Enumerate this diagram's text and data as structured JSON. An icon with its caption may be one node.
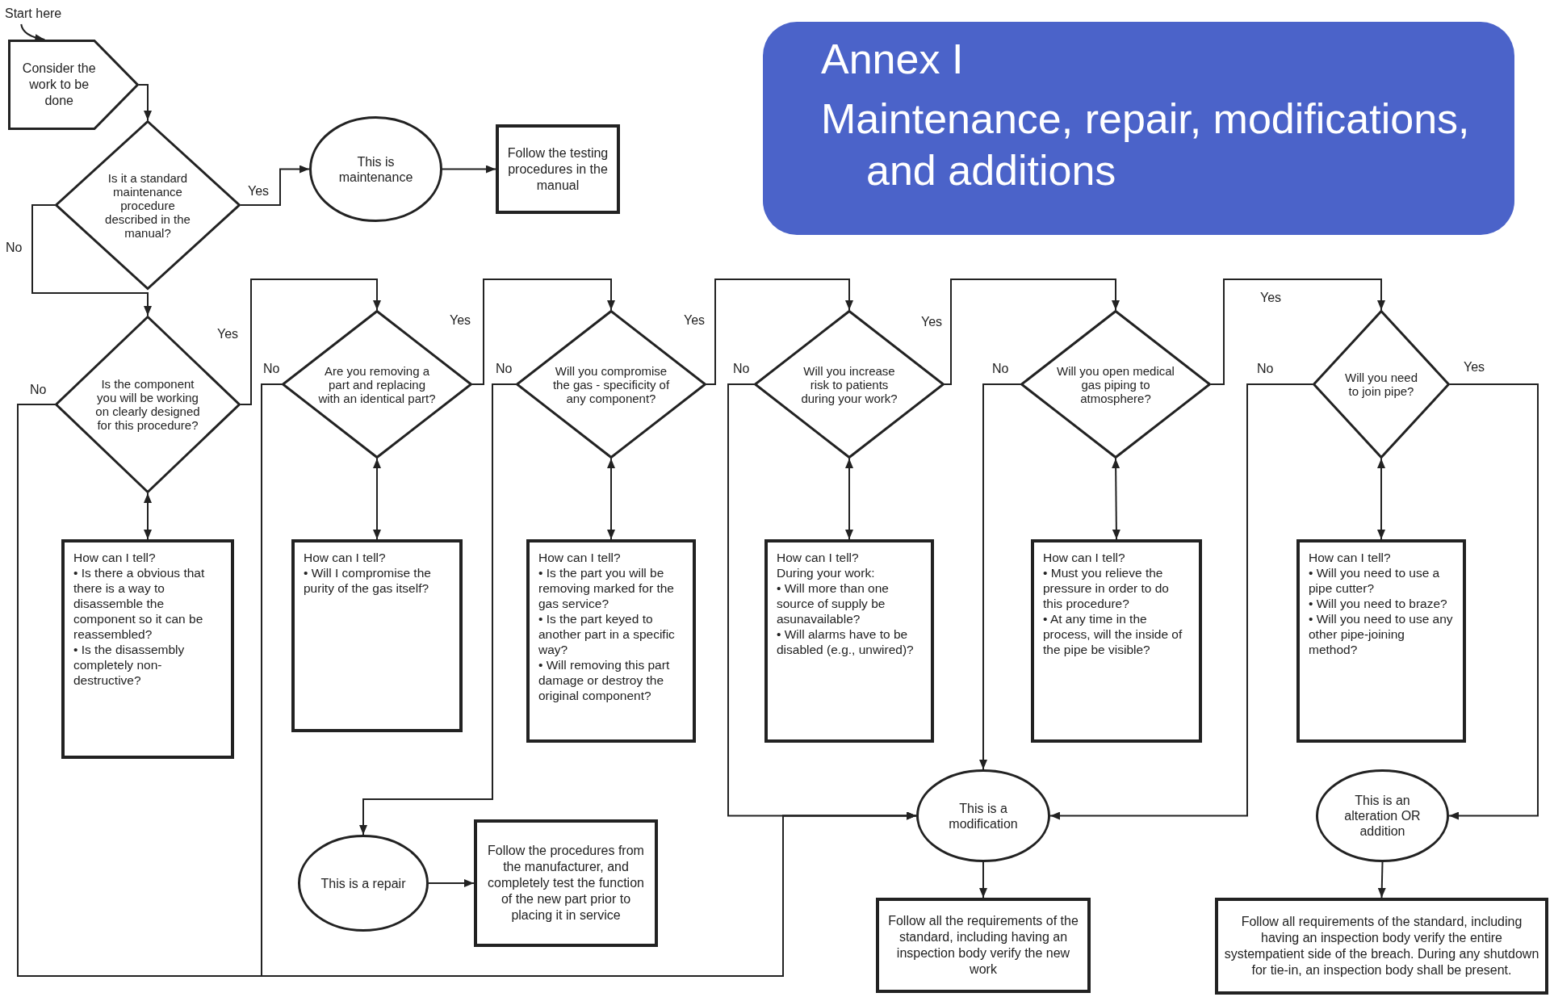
{
  "diagram": {
    "nodes": [
      {
        "text": [
          "Start here"
        ]
      },
      {
        "text": [
          "Consider the work to be done"
        ]
      },
      {
        "text": [
          "Is it a standard maintenance procedure described in the manual?"
        ]
      },
      {
        "text": [
          "This is maintenance"
        ]
      },
      {
        "text": [
          "Follow the testing procedures in the manual"
        ]
      },
      {
        "text": [
          "Is the component you will be working on clearly designed for this procedure?"
        ]
      },
      {
        "text": [
          "Are you removing a part and replacing with an identical part?"
        ]
      },
      {
        "text": [
          "Will you compromise the gas - specificity of any component?"
        ]
      },
      {
        "text": [
          "Will you increase risk to patients during your work?"
        ]
      },
      {
        "text": [
          "Will you open medical gas piping to atmosphere?"
        ]
      },
      {
        "text": [
          "Will you need to join pipe?"
        ]
      },
      {
        "text": [
          "How can I tell?",
          "• Is there a obvious that there is a way to disassemble the component so it can be reassembled?",
          "• Is the disassembly completely non-destructive?"
        ]
      },
      {
        "text": [
          "How can I tell?",
          "• Will I compromise the purity of the gas itself?"
        ]
      },
      {
        "text": [
          "How can I tell?",
          "• Is the part you will be removing marked for the gas service?",
          "• Is the part keyed to another part in a specific way?",
          "• Will removing this part damage or destroy the original component?"
        ]
      },
      {
        "text": [
          "How can I tell?",
          "During your work:",
          "• Will more than one source of supply be asunavailable?",
          "• Will alarms have to be disabled (e.g., unwired)?"
        ]
      },
      {
        "text": [
          "How can I tell?",
          "• Must you relieve the pressure in order to do this procedure?",
          "• At any time in the process, will the inside of the pipe be visible?"
        ]
      },
      {
        "text": [
          "How can I tell?",
          "• Will you need to use a pipe cutter?",
          "• Will you need to braze?",
          "• Will you need to use any other pipe-joining method?"
        ]
      },
      {
        "text": [
          "This is a repair"
        ]
      },
      {
        "text": [
          "Follow the procedures from the manufacturer, and completely test the function of the new part prior to placing it in service"
        ]
      },
      {
        "text": [
          "This is a modification"
        ]
      },
      {
        "text": [
          "This is an alteration OR addition"
        ]
      },
      {
        "text": [
          "Follow all the requirements of the standard, including having an inspection body verify the new work"
        ]
      },
      {
        "text": [
          "Follow all requirements of the standard, including having an inspection body verify the entire systempatient side of the breach. During any shutdown for tie-in, an inspection body shall be present."
        ]
      },
      {
        "text": [
          "Annex I",
          "Maintenance, repair, modifications, and additions"
        ]
      }
    ],
    "edges": [
      {
        "from": 0,
        "to": 1,
        "arrow": "to"
      },
      {
        "from": 1,
        "to": 2,
        "arrow": "to"
      },
      {
        "from": 2,
        "to": 3,
        "arrow": "to",
        "label": "Yes"
      },
      {
        "from": 3,
        "to": 4,
        "arrow": "to"
      },
      {
        "from": 2,
        "to": 5,
        "arrow": "to",
        "label": "No"
      },
      {
        "from": 5,
        "to": 6,
        "arrow": "to",
        "label": "Yes"
      },
      {
        "from": 5,
        "to": 11,
        "arrow": "both"
      },
      {
        "from": 5,
        "to": 19,
        "arrow": "to",
        "label": "No"
      },
      {
        "from": 6,
        "to": 7,
        "arrow": "to",
        "label": "Yes"
      },
      {
        "from": 6,
        "to": 12,
        "arrow": "both"
      },
      {
        "from": 6,
        "to": 19,
        "arrow": "to",
        "label": "No"
      },
      {
        "from": 7,
        "to": 8,
        "arrow": "to",
        "label": "Yes"
      },
      {
        "from": 7,
        "to": 13,
        "arrow": "both"
      },
      {
        "from": 7,
        "to": 17,
        "arrow": "to",
        "label": "No"
      },
      {
        "from": 8,
        "to": 9,
        "arrow": "to",
        "label": "Yes"
      },
      {
        "from": 8,
        "to": 14,
        "arrow": "both"
      },
      {
        "from": 8,
        "to": 19,
        "arrow": "to",
        "label": "No"
      },
      {
        "from": 9,
        "to": 10,
        "arrow": "to",
        "label": "Yes"
      },
      {
        "from": 9,
        "to": 15,
        "arrow": "both"
      },
      {
        "from": 9,
        "to": 19,
        "arrow": "to",
        "label": "No"
      },
      {
        "from": 10,
        "to": 20,
        "arrow": "to",
        "label": "Yes"
      },
      {
        "from": 10,
        "to": 16,
        "arrow": "both"
      },
      {
        "from": 10,
        "to": 19,
        "arrow": "to",
        "label": "No"
      },
      {
        "from": 17,
        "to": 18,
        "arrow": "to"
      },
      {
        "from": 19,
        "to": 21,
        "arrow": "to"
      },
      {
        "from": 20,
        "to": 22,
        "arrow": "to"
      }
    ]
  }
}
